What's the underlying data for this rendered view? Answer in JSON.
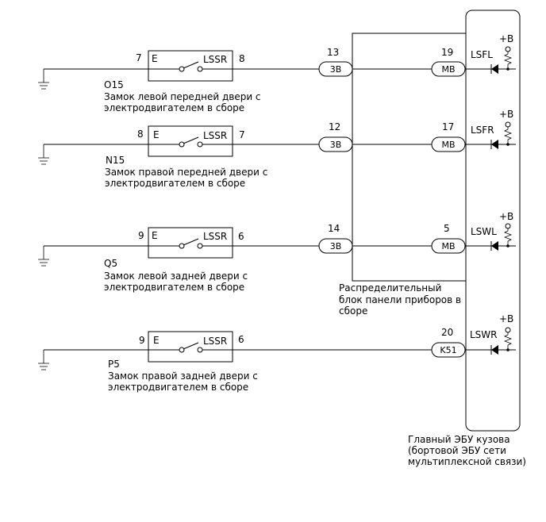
{
  "switches": [
    {
      "id": "O15",
      "pin_left": "7",
      "pin_right": "8",
      "label_e": "E",
      "label_sw": "LSSR",
      "desc1": "Замок левой передней двери с",
      "desc2": "электродвигателем в сборе"
    },
    {
      "id": "N15",
      "pin_left": "8",
      "pin_right": "7",
      "label_e": "E",
      "label_sw": "LSSR",
      "desc1": "Замок правой передней двери с",
      "desc2": "электродвигателем в сборе"
    },
    {
      "id": "Q5",
      "pin_left": "9",
      "pin_right": "6",
      "label_e": "E",
      "label_sw": "LSSR",
      "desc1": "Замок левой задней двери с",
      "desc2": "электродвигателем в сборе"
    },
    {
      "id": "P5",
      "pin_left": "9",
      "pin_right": "6",
      "label_e": "E",
      "label_sw": "LSSR",
      "desc1": "Замок правой задней двери с",
      "desc2": "электродвигателем в сборе"
    }
  ],
  "junction_connectors": [
    {
      "pin": "13",
      "label": "3B"
    },
    {
      "pin": "12",
      "label": "3B"
    },
    {
      "pin": "14",
      "label": "3B"
    }
  ],
  "ecu_connectors": [
    {
      "pin": "19",
      "label": "MB",
      "signal": "LSFL",
      "supply": "+B"
    },
    {
      "pin": "17",
      "label": "MB",
      "signal": "LSFR",
      "supply": "+B"
    },
    {
      "pin": "5",
      "label": "MB",
      "signal": "LSWL",
      "supply": "+B"
    },
    {
      "pin": "20",
      "label": "K51",
      "signal": "LSWR",
      "supply": "+B"
    }
  ],
  "junction_block": {
    "line1": "Распределительный",
    "line2": "блок панели приборов в",
    "line3": "сборе"
  },
  "main_ecu": {
    "line1": "Главный ЭБУ кузова",
    "line2": "(бортовой ЭБУ сети",
    "line3": "мультиплексной связи)"
  }
}
